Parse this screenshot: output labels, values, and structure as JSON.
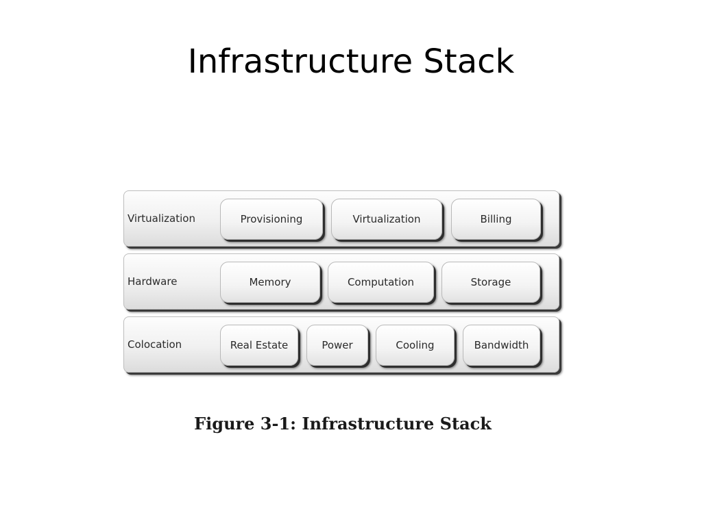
{
  "slide": {
    "title": "Infrastructure Stack"
  },
  "diagram": {
    "layers": [
      {
        "label": "Virtualization",
        "components": [
          "Provisioning",
          "Virtualization",
          "Billing"
        ]
      },
      {
        "label": "Hardware",
        "components": [
          "Memory",
          "Computation",
          "Storage"
        ]
      },
      {
        "label": "Colocation",
        "components": [
          "Real Estate",
          "Power",
          "Cooling",
          "Bandwidth"
        ]
      }
    ],
    "caption": "Figure 3-1: Infrastructure Stack"
  }
}
